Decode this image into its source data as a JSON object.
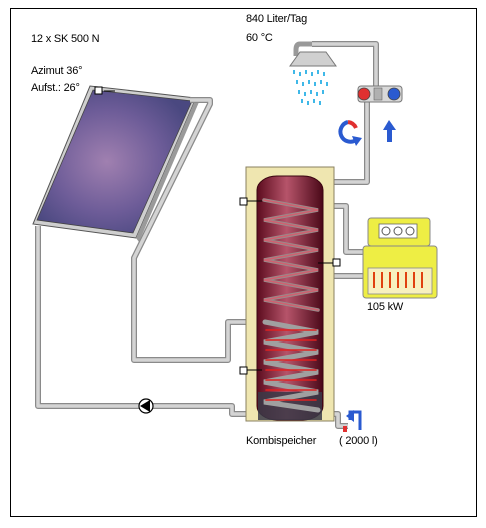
{
  "labels": {
    "collector_spec": "12 x SK 500 N",
    "azimuth": "Azimut 36°",
    "tilt": "Aufst.: 26°",
    "demand_volume": "840 Liter/Tag",
    "demand_temp": "60 °C",
    "boiler_power": "105 kW",
    "tank_name": "Kombispeicher",
    "tank_volume": "( 2000 l)"
  },
  "colors": {
    "pipe": "#c8c8c8",
    "tank_body": "#7a1a2c",
    "tank_insulation": "#efe6b0",
    "collector": "#6a6098",
    "boiler": "#eeee40",
    "hot": "#dd2222",
    "cold": "#2255cc"
  },
  "icons": {
    "shower": "shower-head-icon",
    "circulation": "circulation-arrow-icon",
    "cold_inlet": "cold-water-arrow-icon",
    "pump": "pump-icon",
    "mixing_valve": "mixing-valve-icon"
  }
}
